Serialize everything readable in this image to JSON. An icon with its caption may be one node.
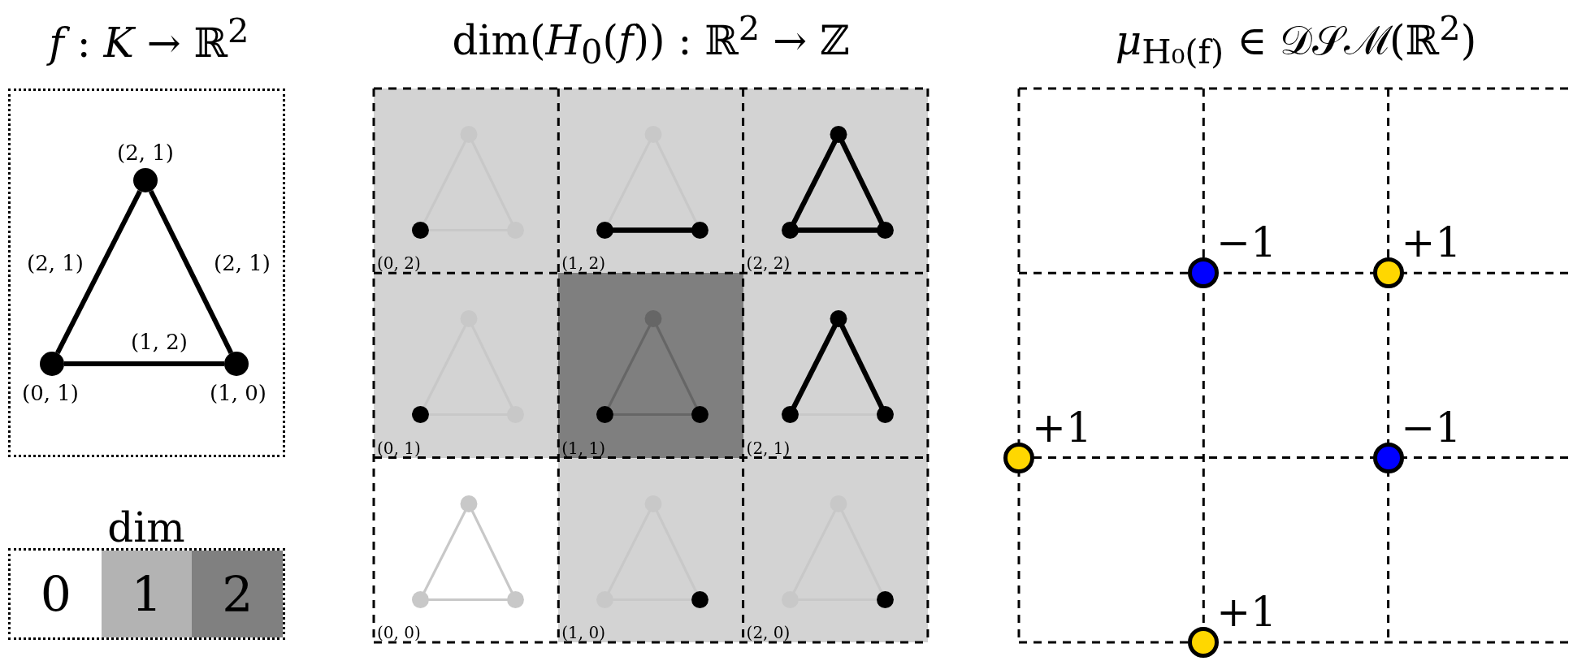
{
  "diagram": {
    "nodes": [
      {
        "text": [
          "*f* : *K* → ℝ$^{2}$"
        ]
      },
      {
        "text": [],
        "shape": "circle",
        "in": 0,
        "beside": [
          "(2, 1)"
        ]
      },
      {
        "text": [],
        "shape": "circle",
        "in": 0,
        "beside": [
          "(0, 1)"
        ]
      },
      {
        "text": [],
        "shape": "circle",
        "in": 0,
        "beside": [
          "(1, 0)"
        ]
      },
      {
        "text": [
          "dim(*H*$_{0}$(*f*)) : ℝ$^{2}$ → ℤ"
        ]
      },
      {
        "text": [
          "(0, 2)"
        ],
        "in": 4
      },
      {
        "text": [
          "(1, 2)"
        ],
        "in": 4
      },
      {
        "text": [
          "(2, 2)"
        ],
        "in": 4
      },
      {
        "text": [
          "(0, 1)"
        ],
        "in": 4
      },
      {
        "text": [
          "(1, 1)"
        ],
        "in": 4
      },
      {
        "text": [
          "(2, 1)"
        ],
        "in": 4
      },
      {
        "text": [
          "(0, 0)"
        ],
        "in": 4
      },
      {
        "text": [
          "(1, 0)"
        ],
        "in": 4
      },
      {
        "text": [
          "(2, 0)"
        ],
        "in": 4
      },
      {
        "text": [
          "*μ*$_{H₀(f)}$ ∈ 𝒟𝒮ℳ(ℝ$^{2}$)"
        ]
      },
      {
        "text": [],
        "shape": "circle",
        "in": 14,
        "beside": [
          "−1"
        ]
      },
      {
        "text": [],
        "shape": "circle",
        "in": 14,
        "beside": [
          "+1"
        ]
      },
      {
        "text": [],
        "shape": "circle",
        "in": 14,
        "beside": [
          "+1"
        ]
      },
      {
        "text": [],
        "shape": "circle",
        "in": 14,
        "beside": [
          "−1"
        ]
      },
      {
        "text": [],
        "shape": "circle",
        "in": 14,
        "beside": [
          "+1"
        ]
      }
    ],
    "edges": [
      {
        "from": 1,
        "to": 2,
        "arrow": "none",
        "label": "(2, 1)"
      },
      {
        "from": 1,
        "to": 3,
        "arrow": "none",
        "label": "(2, 1)"
      },
      {
        "from": 2,
        "to": 3,
        "arrow": "none",
        "label": "(1, 2)"
      }
    ],
    "labels": [
      "dim"
    ],
    "legend": [
      {
        "text": "0",
        "color": "#ffffff"
      },
      {
        "text": "1",
        "color": "#b3b3b3"
      },
      {
        "text": "2",
        "color": "#808080"
      }
    ]
  }
}
